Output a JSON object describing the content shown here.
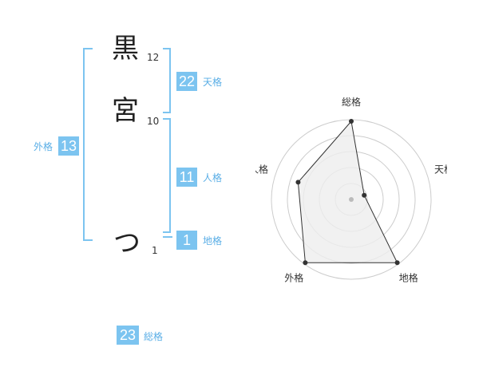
{
  "name": {
    "chars": [
      {
        "char": "黒",
        "strokes": "12"
      },
      {
        "char": "宮",
        "strokes": "10"
      },
      {
        "char": "つ",
        "strokes": "1"
      }
    ]
  },
  "fortunes": {
    "tenkaku": {
      "value": "22",
      "label": "天格"
    },
    "jinkaku": {
      "value": "11",
      "label": "人格"
    },
    "chikaku": {
      "value": "1",
      "label": "地格"
    },
    "gaikaku": {
      "value": "13",
      "label": "外格"
    },
    "soukaku": {
      "value": "23",
      "label": "総格"
    }
  },
  "chart_data": {
    "type": "radar",
    "axes": [
      "総格",
      "天格",
      "地格",
      "外格",
      "人格"
    ],
    "values": [
      23,
      22,
      1,
      13,
      11
    ],
    "scale_note": "Values are the same as the fortune numbers; radial position approximated",
    "radial_fraction": [
      0.98,
      0.17,
      0.98,
      0.98,
      0.7
    ],
    "rings": 5,
    "fill_color": "#eeeeee",
    "line_color": "#333333",
    "ring_color": "#cccccc"
  }
}
